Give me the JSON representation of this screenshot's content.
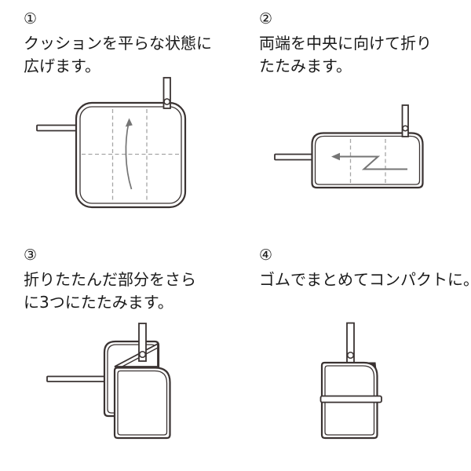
{
  "document": {
    "kind": "folding-instructions-diagram",
    "language": "ja",
    "background_color": "#ffffff",
    "outline_color": "#3a3332",
    "dashed_line_color": "#a6a6a6",
    "arrow_color": "#757575",
    "text_color": "#1a1a1a"
  },
  "steps": [
    {
      "number": "①",
      "line1": "クッションを平らな状態に",
      "line2": "広げます。",
      "illustration": "cushion-spread-flat-with-fold-lines-and-up-arrow"
    },
    {
      "number": "②",
      "line1": "両端を中央に向けて折り",
      "line2": "たたみます。",
      "illustration": "cushion-folded-ends-to-center-with-z-arrow"
    },
    {
      "number": "③",
      "line1": "折りたたんだ部分をさら",
      "line2": "に3つにたたみます。",
      "illustration": "cushion-folded-into-three-layers"
    },
    {
      "number": "④",
      "line1": "ゴムでまとめてコンパクトに。",
      "line2": "",
      "illustration": "compact-cushion-secured-with-elastic-band"
    }
  ]
}
